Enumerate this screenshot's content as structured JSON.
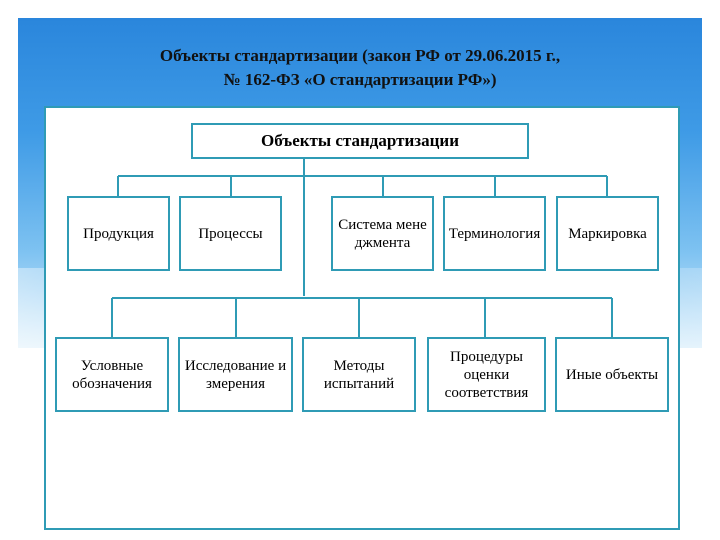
{
  "slide": {
    "title_line1": "Объекты стандартизации (закон РФ от 29.06.2015 г.,",
    "title_line2": "№ 162-ФЗ «О стандартизации РФ»)"
  },
  "diagram": {
    "root": "Объекты стандартизации",
    "row1": [
      "Продукция",
      "Процессы",
      "Система менеджмента",
      "Терминология",
      "Маркировка"
    ],
    "row2": [
      "Условные обозначения",
      "Исследование измерения",
      "Методы испытаний",
      "Процедуры оценки соответствия",
      "Иные объекты"
    ]
  },
  "colors": {
    "border": "#2f9bb5",
    "line": "#2f9bb5",
    "background_top": "#2a86dc"
  }
}
